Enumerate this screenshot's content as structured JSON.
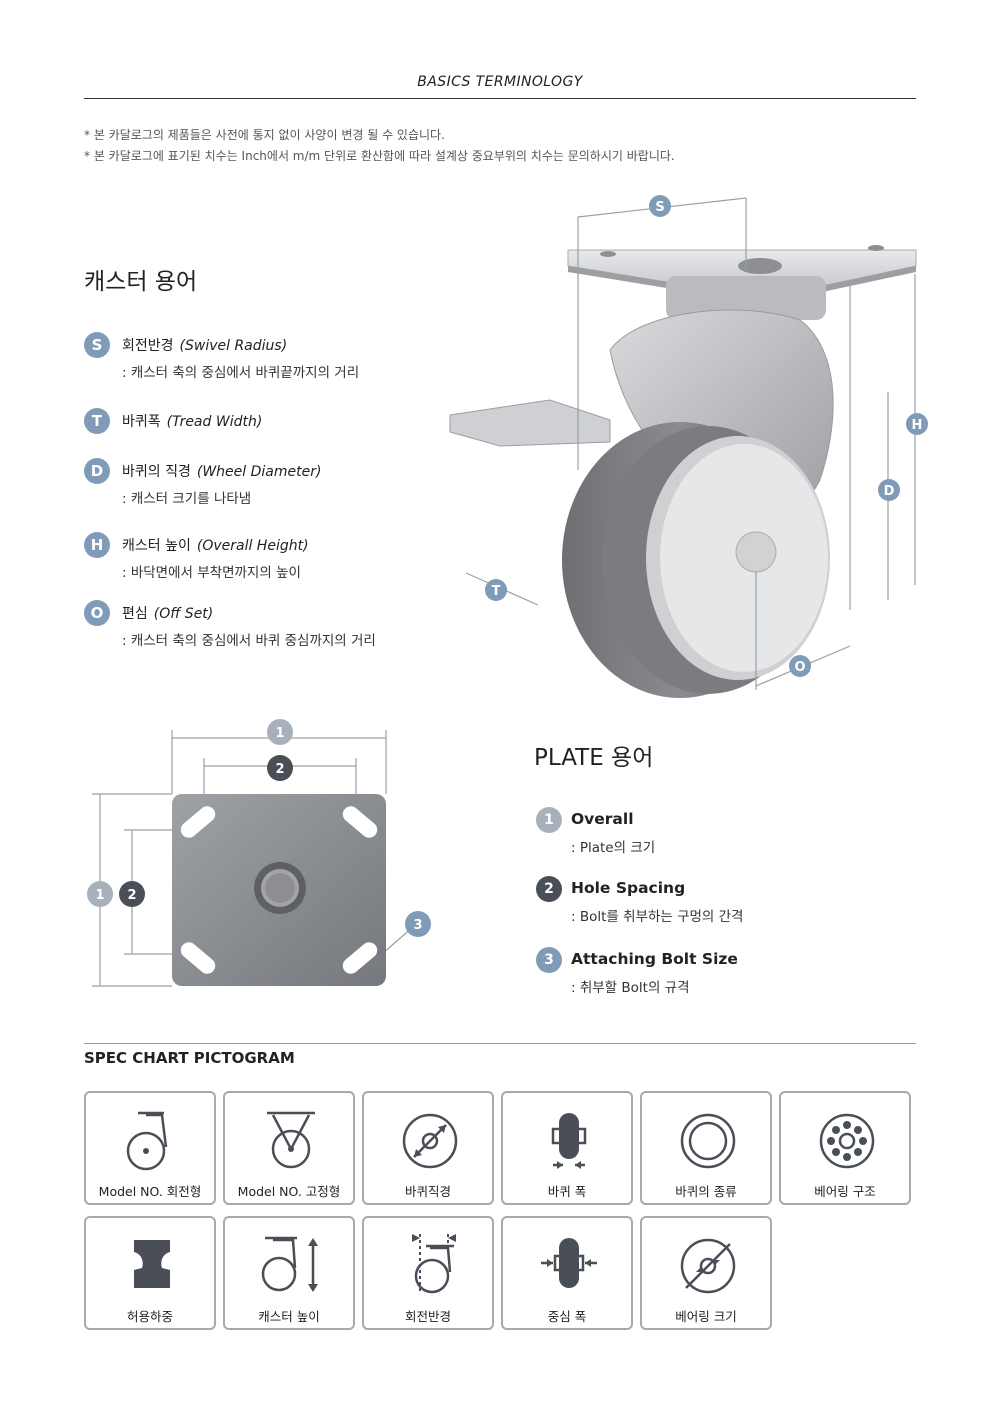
{
  "header": {
    "title": "BASICS TERMINOLOGY"
  },
  "notes": [
    "* 본 카달로그의 제품들은 사전에 통지 없이 사양이 변경 될 수 있습니다.",
    "* 본 카달로그에 표기된 치수는 Inch에서 m/m 단위로 환산함에 따라 설계상 중요부위의 치수는 문의하시기 바랍니다."
  ],
  "caster_terms": {
    "title": "캐스터 용어",
    "items": [
      {
        "letter": "S",
        "name": "회전반경",
        "en": "(Swivel Radius)",
        "desc": ": 캐스터 축의 중심에서 바퀴끝까지의 거리"
      },
      {
        "letter": "T",
        "name": "바퀴폭",
        "en": "(Tread Width)",
        "desc": ""
      },
      {
        "letter": "D",
        "name": "바퀴의 직경",
        "en": "(Wheel Diameter)",
        "desc": ": 캐스터 크기를 나타냄"
      },
      {
        "letter": "H",
        "name": "캐스터 높이",
        "en": "(Overall Height)",
        "desc": ": 바닥면에서 부착면까지의 높이"
      },
      {
        "letter": "O",
        "name": "편심",
        "en": "(Off Set)",
        "desc": ": 캐스터 축의 중심에서 바퀴 중심까지의 거리"
      }
    ]
  },
  "caster_diagram": {
    "labels": {
      "s": "S",
      "t": "T",
      "d": "D",
      "h": "H",
      "o": "O"
    }
  },
  "plate_diagram": {
    "labels": {
      "one": "1",
      "two": "2",
      "three": "3"
    }
  },
  "plate_terms": {
    "title": "PLATE 용어",
    "items": [
      {
        "num": "1",
        "name": "Overall",
        "desc": ": Plate의 크기",
        "color": "#a7b0bb"
      },
      {
        "num": "2",
        "name": "Hole Spacing",
        "desc": ": Bolt를 취부하는 구멍의 간격",
        "color": "#4a4f57"
      },
      {
        "num": "3",
        "name": "Attaching Bolt Size",
        "desc": ": 취부할 Bolt의 규격",
        "color": "#7f9bb8"
      }
    ]
  },
  "spec_chart": {
    "title": "SPEC CHART PICTOGRAM",
    "items": [
      {
        "icon": "swivel-caster-icon",
        "label": "Model NO. 회전형"
      },
      {
        "icon": "rigid-caster-icon",
        "label": "Model NO. 고정형"
      },
      {
        "icon": "wheel-diameter-icon",
        "label": "바퀴직경"
      },
      {
        "icon": "wheel-width-icon",
        "label": "바퀴 폭"
      },
      {
        "icon": "wheel-type-icon",
        "label": "바퀴의 종류"
      },
      {
        "icon": "bearing-structure-icon",
        "label": "베어링 구조"
      },
      {
        "icon": "load-capacity-icon",
        "label": "허용하중"
      },
      {
        "icon": "caster-height-icon",
        "label": "캐스터 높이"
      },
      {
        "icon": "swivel-radius-icon",
        "label": "회전반경"
      },
      {
        "icon": "hub-width-icon",
        "label": "중심 폭"
      },
      {
        "icon": "bearing-size-icon",
        "label": "베어링 크기"
      }
    ]
  },
  "colors": {
    "badge_blue": "#7f9bb8",
    "dim_gray": "#9aa0a6",
    "plate_gray": "#85888d"
  }
}
